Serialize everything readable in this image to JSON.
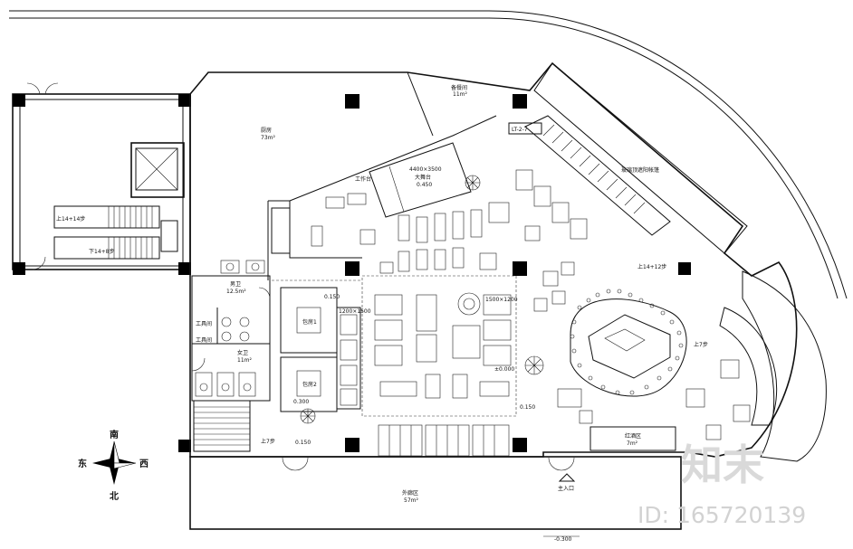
{
  "labels": {
    "kitchen": "厨房",
    "kitchen_area": "73m²",
    "prep": "备餐间",
    "prep_area": "11m²",
    "stage_size": "4400×3500",
    "stage": "大舞台",
    "stage_level": "0.450",
    "restroom": "男卫",
    "restroom_area": "12.5m²",
    "restroom_f": "女卫",
    "restroom_f_area": "11m²",
    "tool_room": "工具间",
    "tool_room2": "工具间",
    "private1": "包房1",
    "private2": "包房2",
    "stair_up": "上14+14步",
    "stair_down": "下14+8步",
    "stair_up2": "上14+12步",
    "stair_up3": "上7步",
    "stair_up4": "上7步",
    "level_0150": "0.150",
    "level_0300": "0.300",
    "level_0150b": "0.150",
    "level_0150c": "0.150",
    "level_0000": "±0.000",
    "outdoor": "外廊区",
    "outdoor_area": "57m²",
    "main_entrance": "主入口",
    "bar": "红酒区",
    "bar_area": "7m²",
    "level_bottom": "-0.300",
    "tag_lt": "LT-2-7",
    "terrace_note": "玻璃顶遮阳帐篷",
    "work_station": "工作台",
    "table_1200": "1200×1500",
    "table_1500": "1500×1200"
  },
  "compass": {
    "south": "南",
    "north": "北",
    "east": "东",
    "west": "西"
  },
  "watermark": {
    "brand": "知末",
    "id_text": "ID: 165720139"
  }
}
